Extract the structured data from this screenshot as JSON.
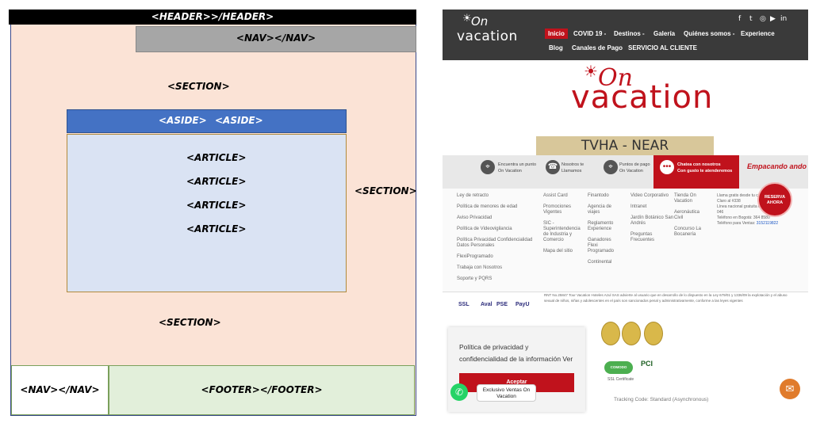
{
  "wireframe": {
    "header": "<HEADER>>/HEADER>",
    "nav_top": "<NAV></NAV>",
    "section_top": "<SECTION>",
    "aside_1": "<ASIDE>",
    "aside_2": "<ASIDE>",
    "articles": [
      "<ARTICLE>",
      "<ARTICLE>",
      "<ARTICLE>",
      "<ARTICLE>"
    ],
    "section_right": "<SECTION>",
    "section_bottom": "<SECTION>",
    "nav_bottom": "<NAV></NAV>",
    "footer": "<FOOTER></FOOTER>",
    "colors": {
      "frame": "#fbe3d6",
      "header": "#000000",
      "nav": "#a6a6a6",
      "aside": "#4472c4",
      "articles": "#dae3f3",
      "footer": "#e2efda"
    }
  },
  "site": {
    "logo": {
      "top": "On",
      "bottom": "vacation"
    },
    "nav": [
      "Inicio",
      "COVID 19 -",
      "Destinos -",
      "Galería",
      "Quiénes somos -",
      "Experience",
      "Blog",
      "Canales de Pago",
      "SERVICIO AL CLIENTE"
    ],
    "social_icons": [
      "facebook-icon",
      "twitter-icon",
      "instagram-icon",
      "youtube-icon",
      "linkedin-icon"
    ],
    "hero": {
      "top": "On",
      "bottom": "vacation"
    },
    "banner": "TVHA - NEAR",
    "contact": [
      {
        "icon": "location-icon",
        "line1": "Encuentra un punto",
        "line2": "On Vacation"
      },
      {
        "icon": "phone-icon",
        "line1": "Nosotros te",
        "line2": "Llamamos"
      },
      {
        "icon": "payment-point-icon",
        "line1": "Puntos de pago",
        "line2": "On Vacation"
      },
      {
        "icon": "chat-icon",
        "line1": "Chatea con nosotros",
        "line2": "Con gusto te atenderemos"
      }
    ],
    "empacando": "Empacando ando",
    "links": {
      "col1": [
        "Ley de retracto",
        "Política de menores de edad",
        "Aviso Privacidad",
        "Política de Videovigilancia",
        "Política Privacidad Confidencialidad Datos Personales",
        "FlexiProgramado",
        "Trabaja con Nosotros",
        "Soporte y PQRS"
      ],
      "col2": [
        "Assist Card",
        "Promociones Vigentes",
        "SIC - Superintendencia de Industria y Comercio",
        "Mapa del sitio"
      ],
      "col3": [
        "Finantodo",
        "Agencia de viajes",
        "Reglamento Experience",
        "Ganadores Flexi Programado",
        "Continental"
      ],
      "col4": [
        "Video Corporativo",
        "Intranet",
        "Jardín Botánico San Andrés",
        "Preguntas Frecuentes"
      ],
      "col5": [
        "Tienda On Vacation",
        "Aeronáutica Civil",
        "Concurso La Bocanería"
      ],
      "col6": [
        "Llama gratis desde tu celular",
        "Claro al #338",
        "Línea nacional gratuita 01 8000 511 046",
        "Teléfono en Bogotá: 364 8580",
        "Teléfono para Ventas:",
        "3152119822"
      ]
    },
    "reserva": {
      "line1": "RESERVA",
      "line2": "AHORA"
    },
    "payments": [
      "SSL",
      "Aval",
      "PSE",
      "PayU"
    ],
    "legal": "RNT No.25847 Tour Vacation Hoteles Azul SAS advierte al usuario que en desarrollo de lo dispuesto en la Ley 679/01 y 1336/09 la explotación y el abuso sexual de niños, niñas y adolescentes en el país son sancionados penal y administrativamente, conforme a las leyes vigentes",
    "secure_badge": "COMODO SECURE",
    "pci": "PCI",
    "ssl_cert": "SSL Certificate",
    "cookie": {
      "text": "Política de privacidad y confidencialidad de la información Ver",
      "button": "Aceptar"
    },
    "whatsapp_label": "Exclusivo Ventas On Vacation",
    "tracking": "Tracking Code: Standard (Asynchronous)",
    "colors": {
      "brand_red": "#c0121c",
      "header": "#3a3a3a",
      "whatsapp": "#25d366",
      "chat": "#e07b2b"
    }
  }
}
